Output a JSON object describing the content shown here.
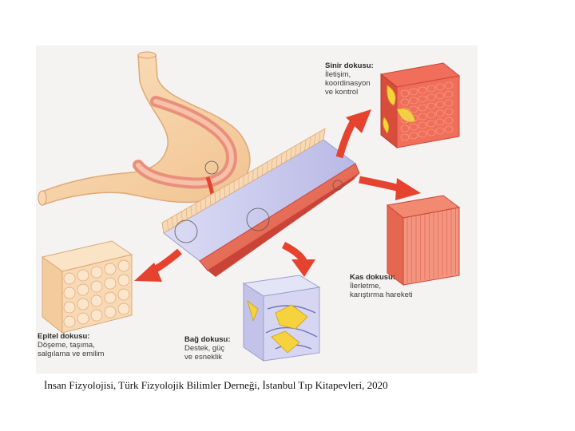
{
  "labels": {
    "nerve": {
      "title": "Sinir dokusu:",
      "desc": "İletişim,\nkoordinasyon\nve kontrol"
    },
    "muscle": {
      "title": "Kas dokusu:",
      "desc": "İlerletme,\nkarıştırma hareketi"
    },
    "epithelial": {
      "title": "Epitel dokusu:",
      "desc": "Döşeme, taşıma,\nsalgılama ve emilim"
    },
    "connective": {
      "title": "Bağ dokusu:",
      "desc": "Destek, güç\nve esneklik"
    }
  },
  "caption": "İnsan Fizyolojisi, Türk Fizyolojik Bilimler Derneği, İstanbul Tıp Kitapevleri, 2020",
  "colors": {
    "background": "#f4f3f1",
    "stomach": "#f6cfa0",
    "muscle": "#e8664f",
    "nerve_yellow": "#f6d23c",
    "arrow": "#e5432f",
    "lumen": "#c8c8ee",
    "epithelium": "#f7d9b5"
  }
}
